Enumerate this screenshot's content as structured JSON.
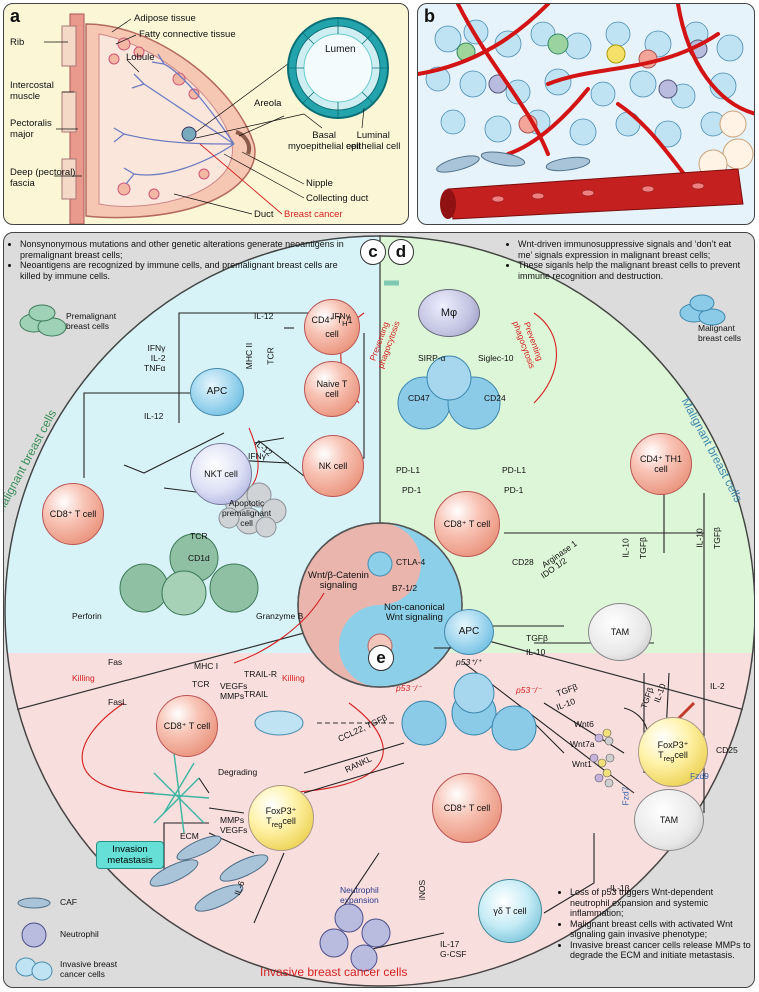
{
  "panel_a": {
    "label": "a",
    "rib": "Rib",
    "intercostal_muscle": "Intercostal\nmuscle",
    "pectoralis_major": "Pectoralis\nmajor",
    "deep_fascia": "Deep (pectoral)\nfascia",
    "adipose": "Adipose tissue",
    "fatty": "Fatty connective tissue",
    "lobule": "Lobule",
    "areola": "Areola",
    "nipple": "Nipple",
    "collecting_duct": "Collecting duct",
    "duct": "Duct",
    "breast_cancer": "Breast cancer",
    "lumen": "Lumen",
    "basal": "Basal\nmyoepithelial cell",
    "luminal": "Luminal\nepithelial cell"
  },
  "panel_b": {
    "label": "b"
  },
  "panel_c": {
    "label": "c",
    "notes": [
      "Nonsynonymous mutations and other genetic alterations generate neoantigens in premalignant breast cells;",
      "Neoantigens are recognized  by immune cells, and premalignant breast cells are killed by immune cells."
    ],
    "premalignant_legend": "Premalignant\nbreast cells",
    "side_title": "Premalignant breast cells",
    "cd4_th1": "CD4⁺ T<sub>H</sub>1 cell",
    "naive_t": "Naive T\ncell",
    "apc": "APC",
    "nkt": "NKT cell",
    "nk": "NK cell",
    "cd8_top": "CD8⁺ T cell",
    "cd8_bottom": "CD8⁺ T cell",
    "apoptotic": "Apoptotic\npremalignant\ncell",
    "il12_a": "IL-12",
    "il12_b": "IL-12",
    "il12_c": "IL-12",
    "ifng_a": "IFNγ",
    "ifng_b": "IFNγ",
    "cytokines": "IFNγ\nIL-2\nTNFα",
    "mhc2": "MHC II",
    "tcr_a": "TCR",
    "tcr_b": "TCR",
    "tcr_c": "TCR",
    "cd1d": "CD1d",
    "mhc1": "MHC I",
    "perforin": "Perforin",
    "granzyme": "Granzyme B",
    "fas": "Fas",
    "fasl": "FasL",
    "trailr": "TRAIL-R",
    "trail": "TRAIL",
    "killing_l": "Killing",
    "killing_r": "Killing"
  },
  "panel_d": {
    "label": "d",
    "notes": [
      "Wnt-driven immunosuppressive signals and ‘don’t eat me’ signals expression in malignant breast cells;",
      "These siganls help the malignant breast cells to prevent immune recognition and destruction."
    ],
    "malignant_legend": "Malignant\nbreast cells",
    "side_title": "Malignant breast cells",
    "mphi": "Mφ",
    "sirpa": "SIRP-α",
    "siglec": "Siglec-10",
    "cd47": "CD47",
    "cd24": "CD24",
    "prevent_l": "Preventing\nphagocytosis",
    "prevent_r": "Preventing\nphagocytosis",
    "pdl1_l": "PD-L1",
    "pdl1_r": "PD-L1",
    "pd1_l": "PD-1",
    "pd1_r": "PD-1",
    "cd8": "CD8⁺ T cell",
    "ctla4": "CTLA-4",
    "cd28": "CD28",
    "b7": "B7-1/2",
    "apc": "APC",
    "cd4_th1": "CD4⁺ TH1\ncell",
    "tam": "TAM",
    "arginase": "Arginase 1",
    "ido": "IDO 1/2",
    "il10_a": "IL-10",
    "tgfb_a": "TGFβ",
    "il10_b": "IL-10",
    "tgfb_b": "TGFβ",
    "tgfb_apc": "TGFβ",
    "il10_apc": "IL-10",
    "il10_c": "IL-10",
    "tgfb_c": "TGFβ",
    "tgfb_treg": "TGFβ",
    "il10_treg": "IL-10",
    "il2": "IL-2",
    "cd25": "CD25",
    "foxp3": "FoxP3⁺\nTregcell"
  },
  "yin_yang": {
    "wnt_beta": "Wnt/β-Catenin\nsignaling",
    "noncanonical": "Non-canonical\nWnt signaling"
  },
  "panel_e": {
    "label": "e",
    "p53_wt": "p53⁺/⁺",
    "p53_l": "p53⁻/⁻",
    "p53_r": "p53⁻/⁻",
    "vegfs_mmps": "VEGFs\nMMPs",
    "degrading": "Degrading",
    "ecm": "ECM",
    "mmps_vegfs": "MMPs\nVEGFs",
    "invasion": "Invasion\nmetastasis",
    "ccl22": "CCL22, TGFβ",
    "rankl": "RANKL",
    "foxp3": "FoxP3⁺\nTregcell",
    "cd8": "CD8⁺ T cell",
    "wnt6": "Wnt6",
    "wnt7a": "Wnt7a",
    "wnt1": "Wnt1",
    "fzd9": "Fzd9",
    "fzd7": "Fzd7",
    "tam": "TAM",
    "il6": "IL-6",
    "inos": "iNOS",
    "neutrophil_exp": "Neutrophil\nexpansion",
    "il1b": "IL-1β",
    "gd_t": "γδ T cell",
    "il17": "IL-17\nG-CSF",
    "side_title": "Invasive breast cancer cells",
    "notes": [
      "Loss of p53 triggers Wnt-dependent neutrophil expansion and systemic inflammation;",
      "Malignant breast cells with activated Wnt signaling gain invasive phenotype;",
      "Invasive breast cancer cells release MMPs to degrade the ECM and initiate metastasis."
    ]
  },
  "legend": {
    "caf": "CAF",
    "neutrophil": "Neutrophil",
    "invasive": "Invasive breast\ncancer cells"
  }
}
